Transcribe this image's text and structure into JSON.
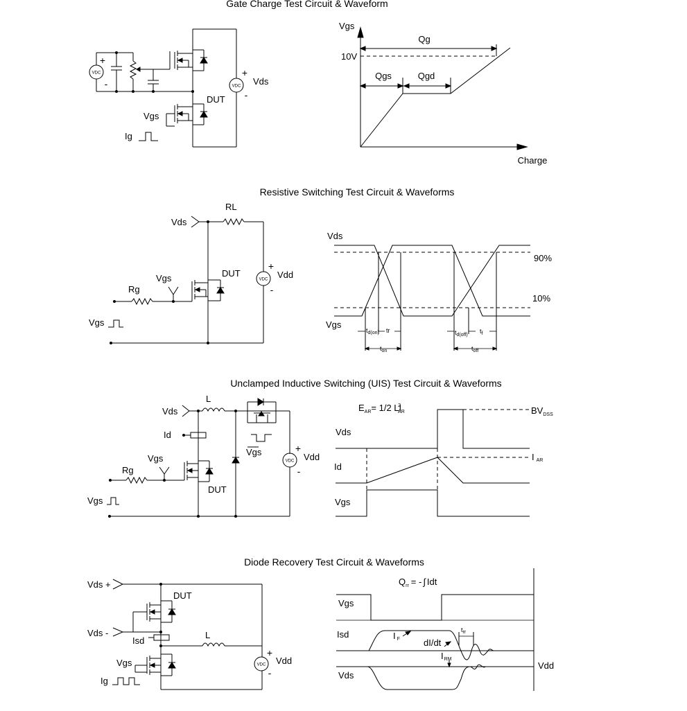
{
  "sections": {
    "gate_charge": {
      "title": "Gate Charge Test Circuit & Waveform",
      "circuit": {
        "plus": "+",
        "minus": "-",
        "vdc": "VDC",
        "plus2": "+",
        "minus2": "-",
        "vds": "Vds",
        "dut": "DUT",
        "vgs": "Vgs",
        "ig": "Ig"
      },
      "waveform": {
        "vgs": "Vgs",
        "v10": "10V",
        "qg": "Qg",
        "qgs": "Qgs",
        "qgd": "Qgd",
        "charge": "Charge"
      }
    },
    "resistive": {
      "title": "Resistive Switching Test Circuit & Waveforms",
      "circuit": {
        "vds": "Vds",
        "rl": "RL",
        "dut": "DUT",
        "vgs": "Vgs",
        "rg": "Rg",
        "vgs2": "Vgs",
        "vdc": "VDC",
        "plus": "+",
        "minus": "-",
        "vdd": "Vdd"
      },
      "waveform": {
        "vds": "Vds",
        "vgs": "Vgs",
        "p90": "90%",
        "p10": "10%",
        "tdon": "t",
        "tdon_sub": "d(on)",
        "tr": "tr",
        "ton": "t",
        "ton_sub": "on",
        "tdoff": "t",
        "tdoff_sub": "d(off)",
        "tf": "t",
        "tf_sub": "f",
        "toff": "t",
        "toff_sub": "off"
      }
    },
    "uis": {
      "title": "Unclamped Inductive Switching (UIS) Test Circuit & Waveforms",
      "circuit": {
        "vds": "Vds",
        "l": "L",
        "id": "Id",
        "vgs": "Vgs",
        "rg": "Rg",
        "dut": "DUT",
        "vgs2": "Vgs",
        "vgs_bar": "Vgs",
        "vdc": "VDC",
        "plus": "+",
        "minus": "-",
        "vdd": "Vdd"
      },
      "waveform": {
        "ear": "E",
        "ear_sub": "AR",
        "ear_eq": "= 1/2 LI",
        "ear_sup": "2",
        "ear_sub2": "AR",
        "bv": "BV",
        "bv_sub": "DSS",
        "vds": "Vds",
        "id": "Id",
        "iar": "I",
        "iar_sub": "AR",
        "vgs": "Vgs"
      }
    },
    "diode": {
      "title": "Diode Recovery Test Circuit & Waveforms",
      "circuit": {
        "vds_plus": "Vds +",
        "dut": "DUT",
        "vds_minus": "Vds -",
        "isd": "Isd",
        "l": "L",
        "vgs": "Vgs",
        "ig": "Ig",
        "vdc": "VDC",
        "plus": "+",
        "minus": "-",
        "vdd": "Vdd"
      },
      "waveform": {
        "qrr": "Q",
        "qrr_sub": "rr",
        "qrr_eq": "= -",
        "qrr_int": "Idt",
        "vgs": "Vgs",
        "isd": "Isd",
        "if": "I",
        "if_sub": "F",
        "didt": "dI/dt",
        "trr": "t",
        "trr_sub": "rr",
        "irm": "I",
        "irm_sub": "RM",
        "vds": "Vds",
        "vdd": "Vdd"
      }
    }
  }
}
